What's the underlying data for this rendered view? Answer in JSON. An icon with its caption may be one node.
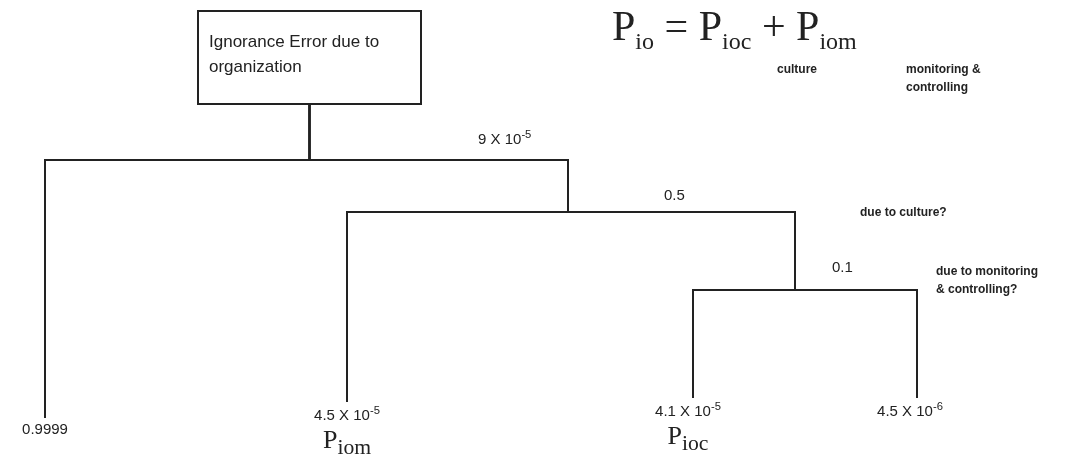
{
  "diagram": {
    "nodes": [
      {
        "text": [
          "Ignorance Error due to organization"
        ]
      },
      {
        "text": [
          "0.9999"
        ]
      },
      {
        "text": [
          "4.5 X 10$^{-5}$"
        ],
        "beside": [
          "P$_{iom}$"
        ]
      },
      {
        "text": [
          "4.1 X 10$^{-5}$"
        ],
        "beside": [
          "P$_{ioc}$"
        ]
      },
      {
        "text": [
          "4.5 X 10$^{-6}$"
        ]
      }
    ],
    "edges": [
      {
        "from": 0,
        "to": 1,
        "arrow": "none"
      },
      {
        "from": 0,
        "to": 2,
        "arrow": "none"
      },
      {
        "from": 0,
        "to": 3,
        "arrow": "none"
      },
      {
        "from": 0,
        "to": 4,
        "arrow": "none"
      }
    ],
    "labels": [
      "P$_{io}$ = P$_{ioc}$ + P$_{iom}$",
      "culture",
      "monitoring & controlling",
      "9 X 10$^{-5}$",
      "0.5",
      "due to culture?",
      "0.1",
      "due to monitoring & controlling?"
    ]
  }
}
